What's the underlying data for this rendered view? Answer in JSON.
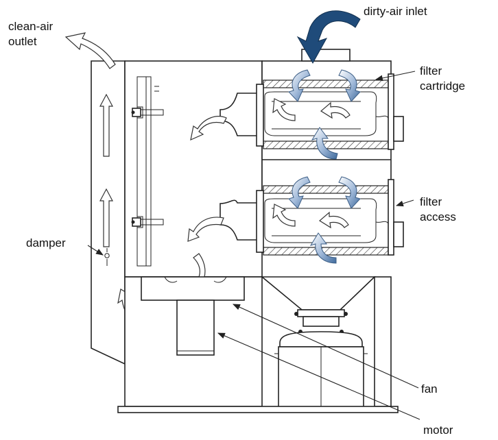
{
  "labels": {
    "clean_air_outlet": "clean-air\noutlet",
    "dirty_air_inlet": "dirty-air inlet",
    "filter_cartridge": "filter\ncartridge",
    "filter_access": "filter\naccess",
    "damper": "damper",
    "fan": "fan",
    "motor": "motor"
  },
  "colors": {
    "inlet_arrow": "#1f4b7a",
    "cartridge_airflow": "#6f93bf",
    "line": "#222222"
  }
}
